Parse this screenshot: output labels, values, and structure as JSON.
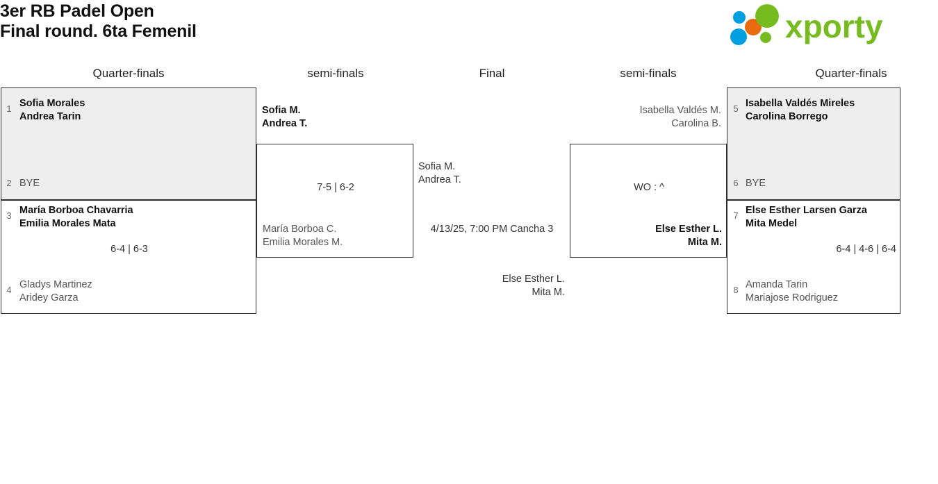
{
  "header": {
    "title_line1": "3er RB Padel Open",
    "title_line2": "Final round. 6ta Femenil",
    "logo_text": "xporty",
    "logo_colors": {
      "green": "#76bc21",
      "blue": "#00a0e0",
      "orange": "#e96b10"
    }
  },
  "rounds": [
    {
      "label": "Quarter-finals"
    },
    {
      "label": "semi-finals"
    },
    {
      "label": "Final"
    },
    {
      "label": "semi-finals"
    },
    {
      "label": "Quarter-finals"
    }
  ],
  "matches": {
    "left_qf1": {
      "shaded": true,
      "top": {
        "seed": "1",
        "p1": "Sofia Morales",
        "p2": "Andrea Tarin",
        "state": "win"
      },
      "bottom": {
        "seed": "2",
        "p1": "BYE",
        "p2": "",
        "state": "lose"
      },
      "score": ""
    },
    "left_qf2": {
      "shaded": false,
      "top": {
        "seed": "3",
        "p1": "María Borboa Chavarria",
        "p2": "Emilia Morales Mata",
        "state": "win"
      },
      "bottom": {
        "seed": "4",
        "p1": "Gladys Martinez",
        "p2": "Aridey Garza",
        "state": "lose"
      },
      "score": "6-4 | 6-3"
    },
    "left_sf": {
      "top": {
        "p1": "Sofia M.",
        "p2": "Andrea T.",
        "state": "win"
      },
      "bottom": {
        "p1": "María Borboa C.",
        "p2": "Emilia Morales M.",
        "state": "lose"
      },
      "score": "7-5 | 6-2"
    },
    "final": {
      "top": {
        "p1": "Sofia M.",
        "p2": "Andrea T.",
        "state": "plain"
      },
      "bottom": {
        "p1": "Else Esther L.",
        "p2": "Mita M.",
        "state": "plain"
      },
      "score": "4/13/25, 7:00 PM Cancha 3"
    },
    "right_sf": {
      "top": {
        "p1": "Isabella Valdés M.",
        "p2": "Carolina B.",
        "state": "lose"
      },
      "bottom": {
        "p1": "Else Esther L.",
        "p2": "Mita M.",
        "state": "win"
      },
      "score": "WO : ^"
    },
    "right_qf1": {
      "shaded": true,
      "top": {
        "seed": "5",
        "p1": "Isabella Valdés Mireles",
        "p2": "Carolina Borrego",
        "state": "win"
      },
      "bottom": {
        "seed": "6",
        "p1": "BYE",
        "p2": "",
        "state": "lose"
      },
      "score": ""
    },
    "right_qf2": {
      "shaded": false,
      "top": {
        "seed": "7",
        "p1": "Else Esther Larsen Garza",
        "p2": "Mita Medel",
        "state": "win"
      },
      "bottom": {
        "seed": "8",
        "p1": "Amanda Tarin",
        "p2": "Mariajose Rodriguez",
        "state": "lose"
      },
      "score": "6-4 | 4-6 | 6-4"
    }
  }
}
